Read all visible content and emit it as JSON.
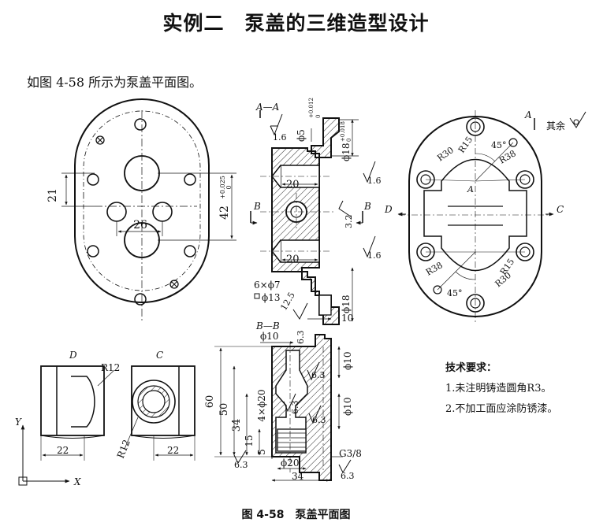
{
  "title": "实例二　泵盖的三维造型设计",
  "intro": "如图 4-58 所示为泵盖平面图。",
  "caption": "图 4-58　泵盖平面图",
  "requirements": {
    "heading": "技术要求：",
    "items": [
      "1.未注明铸造圆角R3。",
      "2.不加工面应涂防锈漆。"
    ]
  },
  "front_view": {
    "dims": {
      "d21": "21",
      "d26": "26",
      "d42": "42"
    },
    "tol42": {
      "upper": "+0.025",
      "lower": "0"
    }
  },
  "section_aa": {
    "label": "A—A",
    "phi5": "ϕ5",
    "tol_phi5": {
      "upper": "+0.012",
      "lower": "0"
    },
    "phi18_top": "ϕ18",
    "tol_phi18": {
      "upper": "+0.018",
      "lower": "0"
    },
    "phi18_bottom": "ϕ18",
    "d20a": "20",
    "d20b": "20",
    "rough16a": "1.6",
    "rough16b": "1.6",
    "rough16c": "1.6",
    "rough32": "3.2",
    "holes": "6×ϕ7",
    "cbore": "ϕ13",
    "rough125": "12.5",
    "d10": "10",
    "sec_b": "B"
  },
  "right_view": {
    "label_a": "A",
    "label_d": "D",
    "label_c": "C",
    "other": "其余",
    "r15a": "R15",
    "r30a": "R30",
    "r38a": "R38",
    "ang45a": "45°",
    "r38b": "R38",
    "r15b": "R15",
    "r30b": "R30",
    "ang45b": "45°"
  },
  "section_bb": {
    "label": "B—B",
    "phi10a": "ϕ10",
    "phi10b": "ϕ10",
    "phi10c": "ϕ10",
    "d60": "60",
    "d50": "50",
    "d34": "34",
    "d15": "15",
    "d5": "5",
    "holes": "4×ϕ20",
    "r63a": "6.3",
    "r63b": "6.3",
    "r63c": "6.3",
    "r63d": "6.3",
    "r63e": "6.3",
    "r63f": "6.3",
    "phi20": "ϕ20",
    "d34b": "34",
    "thread": "G3/8"
  },
  "view_d": {
    "label": "D",
    "r12": "R12",
    "d22": "22"
  },
  "view_c": {
    "label": "C",
    "r12": "R12",
    "d22": "22"
  },
  "axes": {
    "y": "Y",
    "x": "X"
  }
}
